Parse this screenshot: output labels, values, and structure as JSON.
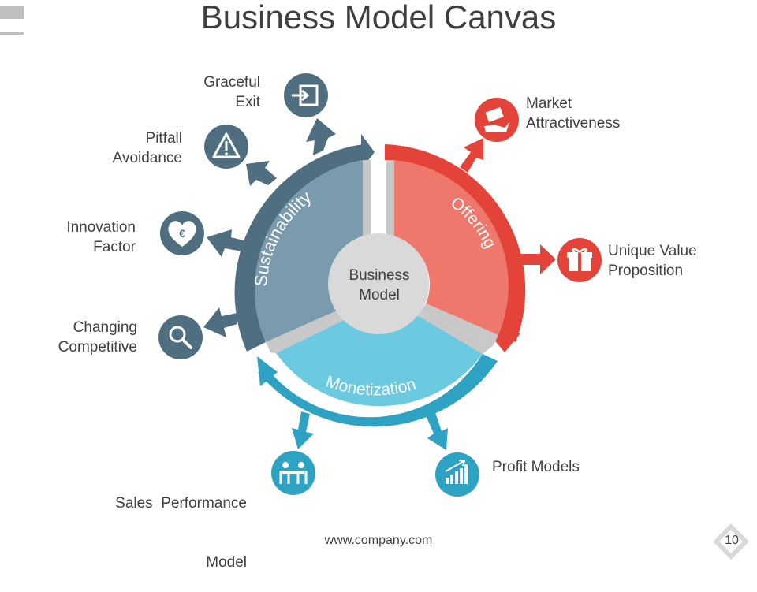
{
  "title": "Business Model Canvas",
  "center": {
    "line1": "Business",
    "line2": "Model"
  },
  "segments": {
    "sustainability": {
      "label": "Sustainability",
      "color": "#4f6e7f",
      "fill": "#7a9bad"
    },
    "offering": {
      "label": "Offering",
      "color": "#e4433a",
      "fill": "#ef786d"
    },
    "monetization": {
      "label": "Monetization",
      "color": "#2ea2c2",
      "fill": "#6bc9e0"
    }
  },
  "items": {
    "graceful_exit": {
      "line1": "Graceful",
      "line2": "Exit",
      "icon": "exit-icon"
    },
    "pitfall_avoidance": {
      "line1": "Pitfall",
      "line2": "Avoidance",
      "icon": "warning-icon"
    },
    "innovation_factor": {
      "line1": "Innovation",
      "line2": "Factor",
      "icon": "heart-euro-icon"
    },
    "changing_competitive": {
      "line1": "Changing",
      "line2": "Competitive",
      "icon": "magnifier-icon"
    },
    "market_attractiveness": {
      "line1": "Market",
      "line2": "Attractiveness",
      "icon": "money-hand-icon"
    },
    "unique_value": {
      "line1": "Unique Value",
      "line2": "Proposition",
      "icon": "gift-icon"
    },
    "sales_performance": {
      "line1": "Sales  Performance",
      "line2": "Model",
      "icon": "meeting-icon"
    },
    "profit_models": {
      "line1": "Profit Models",
      "icon": "growth-chart-icon"
    }
  },
  "footer": "www.company.com",
  "page_number": "10"
}
